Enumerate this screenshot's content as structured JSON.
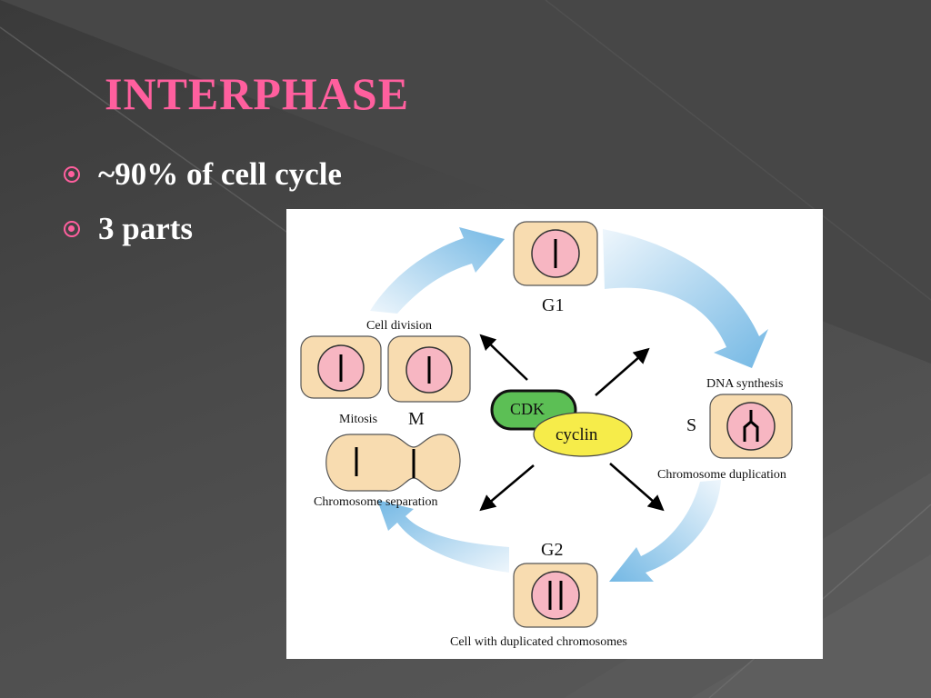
{
  "slide": {
    "title": "INTERPHASE",
    "bullets": [
      "~90% of cell cycle",
      "3 parts"
    ]
  },
  "diagram": {
    "phases": {
      "g1": "G1",
      "s": "S",
      "g2": "G2",
      "m": "M"
    },
    "labels": {
      "cell_division": "Cell division",
      "mitosis": "Mitosis",
      "chromosome_separation": "Chromosome separation",
      "dna_synthesis": "DNA synthesis",
      "chromosome_duplication": "Chromosome duplication",
      "cell_with_duplicated": "Cell with duplicated chromosomes"
    },
    "center": {
      "cdk": "CDK",
      "cyclin": "cyclin"
    }
  },
  "colors": {
    "title": "#ff5f9e",
    "bullet_icon": "#ff5f9e",
    "cell_fill": "#f8dcb0",
    "nucleus_fill": "#f7b6c2",
    "cdk_fill": "#5cbf55",
    "cyclin_fill": "#f6ec4a",
    "arrow_light": "#eef6fc",
    "arrow_dark": "#74b8e4"
  }
}
